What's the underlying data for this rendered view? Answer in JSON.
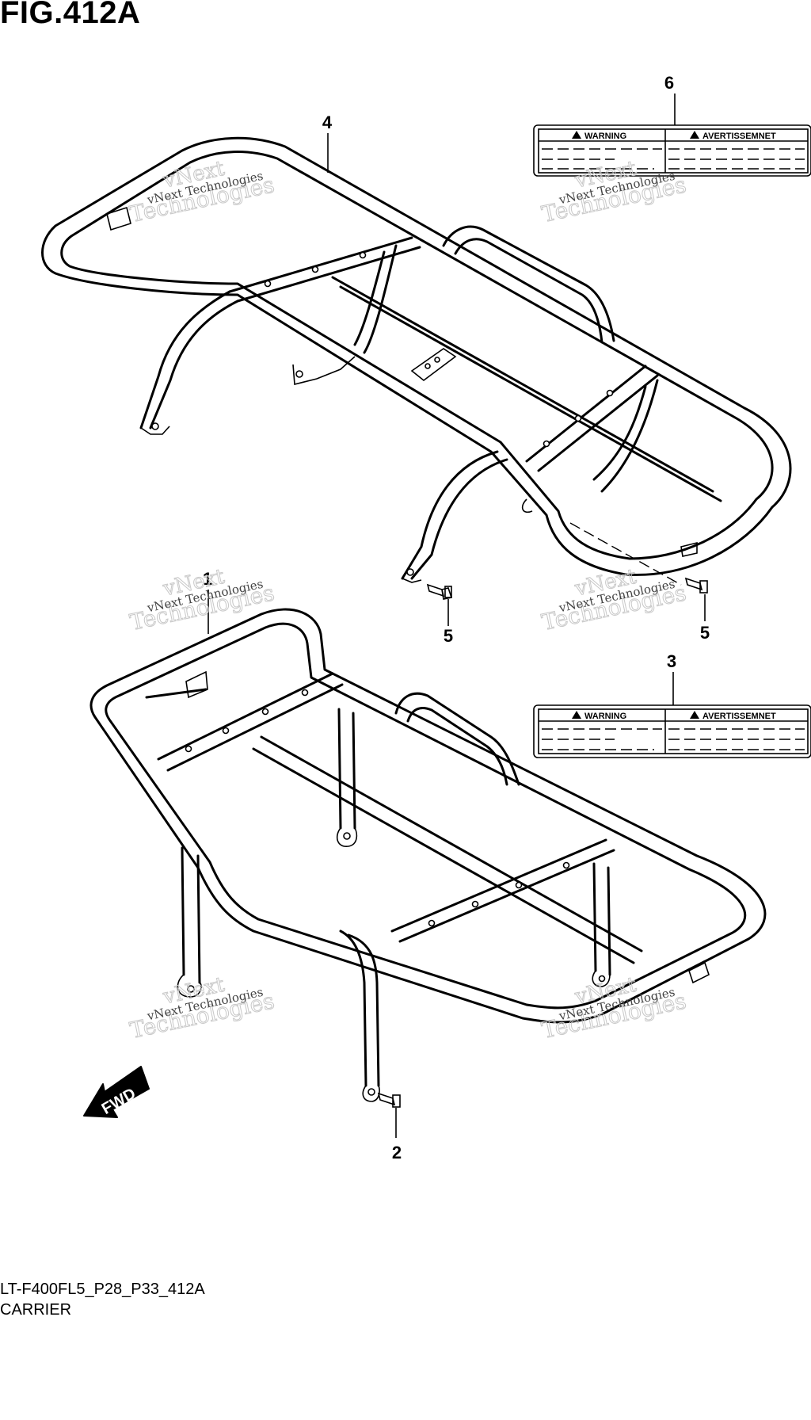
{
  "figure": {
    "title": "FIG.412A"
  },
  "callouts": {
    "c1": "1",
    "c2": "2",
    "c3": "3",
    "c4": "4",
    "c5a": "5",
    "c5b": "5",
    "c6": "6"
  },
  "labels": {
    "warning": "WARNING",
    "avertissement": "AVERTISSEMNET"
  },
  "watermark": {
    "line1": "vNext",
    "line2": "Technologies",
    "small": "vNext Technologies"
  },
  "fwd_arrow": {
    "text": "FWD"
  },
  "footer": {
    "code": "LT-F400FL5_P28_P33_412A",
    "name": "CARRIER"
  }
}
